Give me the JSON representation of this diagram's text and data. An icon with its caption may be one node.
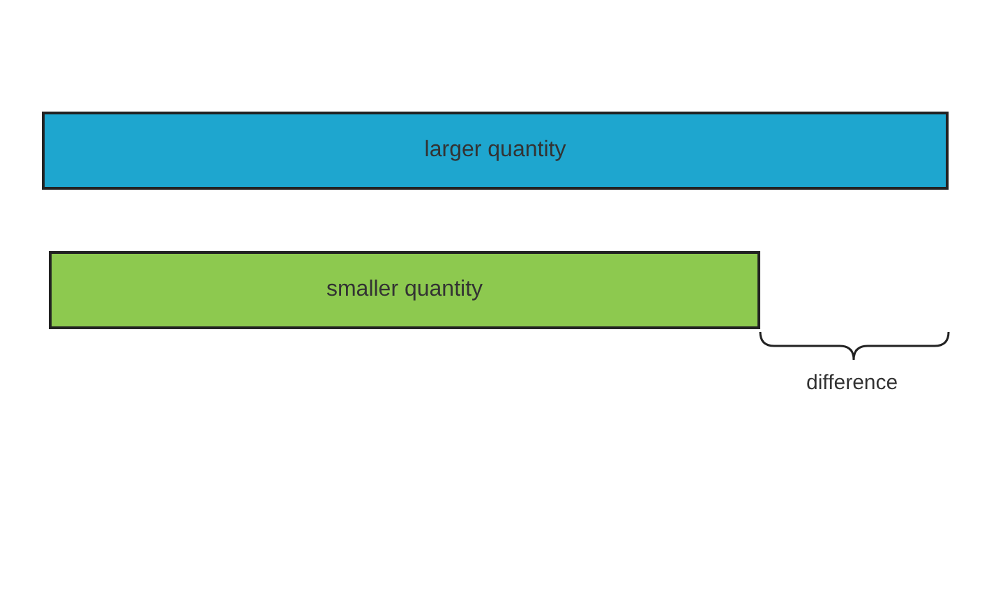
{
  "diagram": {
    "nodes": [
      {
        "text": [
          "larger quantity"
        ]
      },
      {
        "text": [
          "smaller quantity"
        ]
      }
    ],
    "labels": [
      "difference"
    ]
  }
}
